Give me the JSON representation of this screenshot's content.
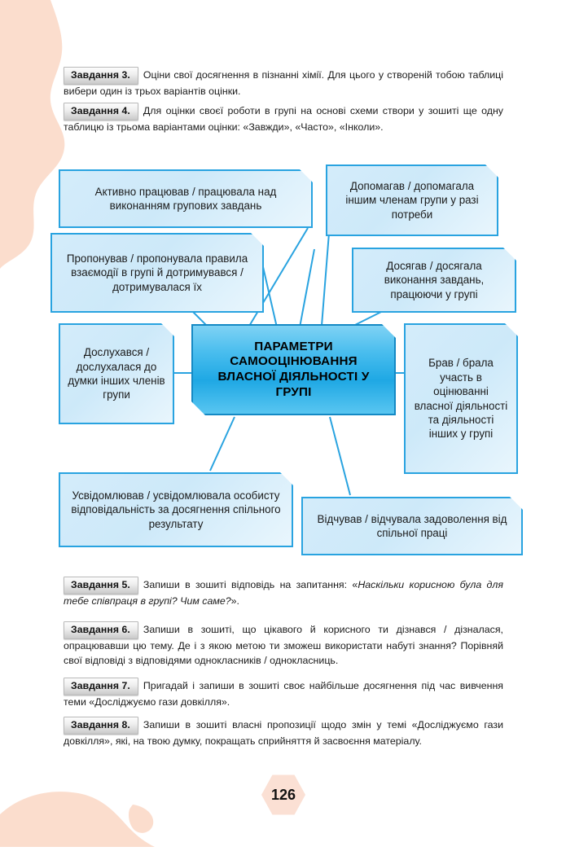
{
  "page": {
    "number": "126",
    "accent_blue": "#29a3e0",
    "center_blue": "#1fa8e4",
    "decor_pink": "#fbddcd"
  },
  "tasks": [
    {
      "badge": "Завдання 3.",
      "text": "Оціни свої досягнення в пізнанні хімії. Для цього у створеній тобою таблиці вибери один із трьох варіантів оцінки."
    },
    {
      "badge": "Завдання 4.",
      "text": "Для оцінки своєї роботи в групі на основі схеми створи у зошиті ще одну таблицю із трьома варіантами оцінки: «Завжди», «Часто», «Інколи»."
    },
    {
      "badge": "Завдання 5.",
      "text_before": "Запиши в зошиті відповідь на запитання: «",
      "text_italic": "Наскільки корисною була для тебе співпраця в групі? Чим саме?",
      "text_after": "»."
    },
    {
      "badge": "Завдання 6.",
      "text": "Запиши в зошиті, що цікавого й корисного ти дізнався / дізналася, опрацювавши цю тему. Де і з якою метою ти зможеш використати набуті знання? Порівняй свої відповіді з відповідями однокласників / однокласниць."
    },
    {
      "badge": "Завдання 7.",
      "text": "Пригадай і запиши в зошиті своє найбільше досягнення під час вивчення теми «Досліджуємо гази довкілля»."
    },
    {
      "badge": "Завдання 8.",
      "text": "Запиши в зошиті власні пропозиції щодо змін у темі «Досліджуємо гази довкілля», які, на твою думку, покращать сприйняття й засвоєння матеріалу."
    }
  ],
  "diagram": {
    "center": "ПАРАМЕТРИ САМООЦІНЮВАННЯ ВЛАСНОЇ ДІЯЛЬНОСТІ У ГРУПІ",
    "nodes": [
      {
        "id": "active-work",
        "text": "Активно працював / працювала над виконанням групових завдань"
      },
      {
        "id": "helped-others",
        "text": "Допомагав / допомагала іншим членам групи у разі потреби"
      },
      {
        "id": "proposed-rules",
        "text": "Пропонував / пропонувала правила взаємодії в групі й дотримувався / дотримувалася їх"
      },
      {
        "id": "achieved-tasks",
        "text": "Досягав / досягала виконання завдань, працюючи у групі"
      },
      {
        "id": "listened",
        "text": "Дослухався / дослухалася до думки інших членів групи"
      },
      {
        "id": "participated",
        "text": "Брав / брала участь в оцінюванні власної діяльності та діяльності інших у групі"
      },
      {
        "id": "responsibility",
        "text": "Усвідомлював / усвідомлювала особисту відповідальність за досягнення спільного результату"
      },
      {
        "id": "satisfaction",
        "text": "Відчував / відчувала задоволення від спільної праці"
      }
    ]
  }
}
